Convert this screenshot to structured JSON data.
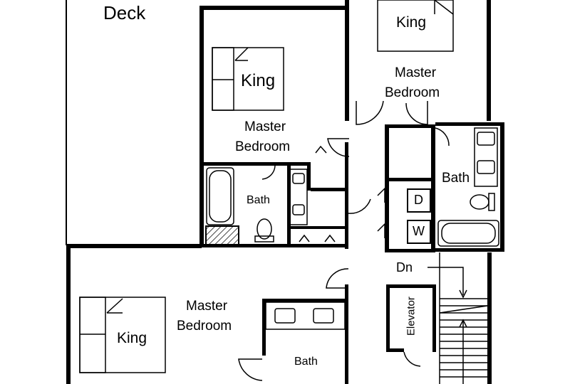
{
  "labels": {
    "deck": "Deck",
    "king_top": "King",
    "king_center": "King",
    "king_bottom": "King",
    "master_top_right_1": "Master",
    "master_top_right_2": "Bedroom",
    "master_center_1": "Master",
    "master_center_2": "Bedroom",
    "master_bottom_1": "Master",
    "master_bottom_2": "Bedroom",
    "bath_center": "Bath",
    "bath_right": "Bath",
    "bath_bottom": "Bath",
    "dryer": "D",
    "washer": "W",
    "down": "Dn",
    "elevator": "Elevator"
  }
}
